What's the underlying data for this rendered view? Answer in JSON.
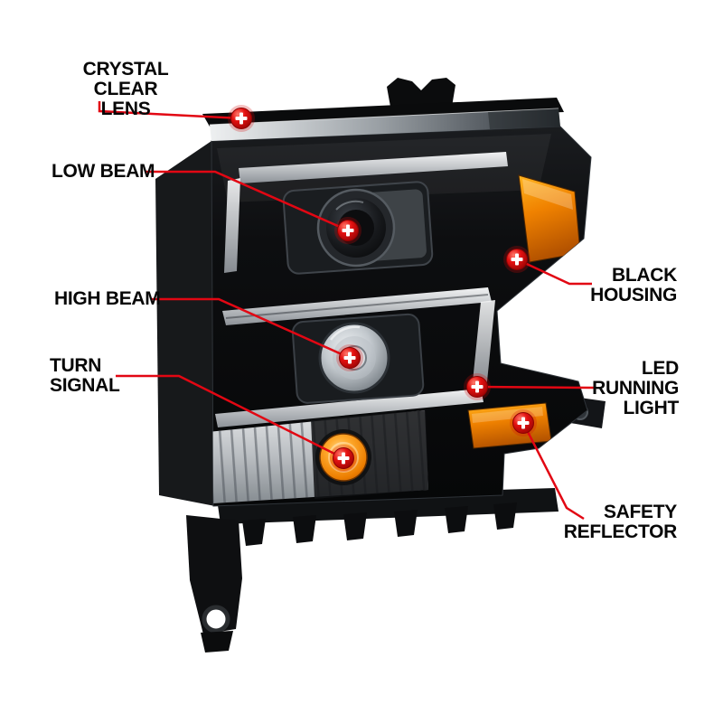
{
  "diagram": {
    "subject": "Projector headlight assembly feature diagram",
    "background_color": "#ffffff",
    "accent_line_color": "#e20713",
    "callout_dot_color": "#d80f0f",
    "marker_icon": "crosshair-dot-icon",
    "amber_color": "#f08900",
    "housing_color": "#0b0c0e",
    "callouts": {
      "crystal_clear_lens": {
        "label": "CRYSTAL\nCLEAR LENS"
      },
      "low_beam": {
        "label": "LOW BEAM"
      },
      "high_beam": {
        "label": "HIGH BEAM"
      },
      "turn_signal": {
        "label": "TURN\nSIGNAL"
      },
      "black_housing": {
        "label": "BLACK\nHOUSING"
      },
      "led_running_light": {
        "label": "LED\nRUNNING\nLIGHT"
      },
      "safety_reflector": {
        "label": "SAFETY\nREFLECTOR"
      }
    }
  }
}
